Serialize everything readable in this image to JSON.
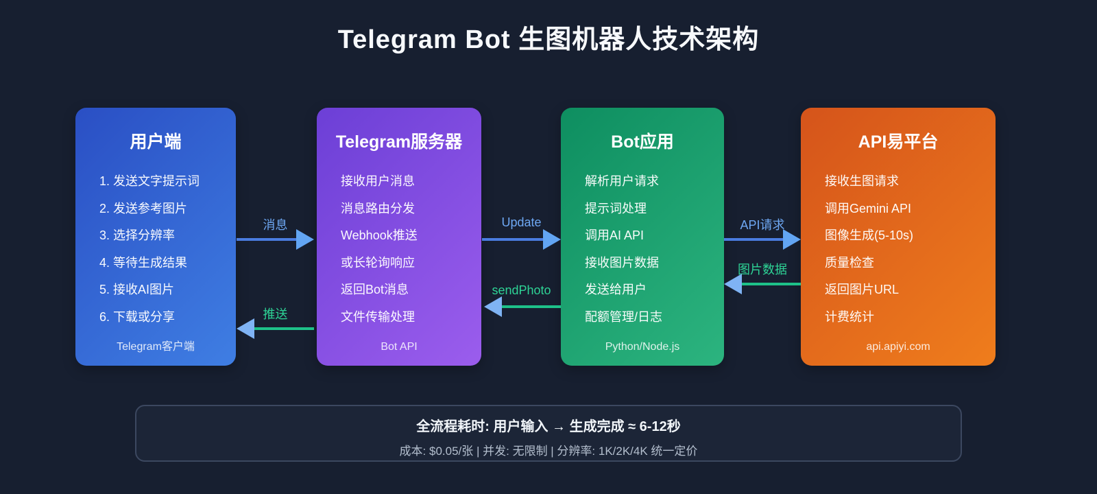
{
  "page": {
    "title": "Telegram Bot 生图机器人技术架构",
    "background": "#171f30"
  },
  "nodes": [
    {
      "id": "user-client",
      "title": "用户端",
      "items": [
        "1. 发送文字提示词",
        "2. 发送参考图片",
        "3. 选择分辨率",
        "4. 等待生成结果",
        "5. 接收AI图片",
        "6. 下载或分享"
      ],
      "footer": "Telegram客户端",
      "color_start": "#2a4fc4",
      "color_end": "#3f7ee3"
    },
    {
      "id": "telegram-server",
      "title": "Telegram服务器",
      "items": [
        "接收用户消息",
        "消息路由分发",
        "Webhook推送",
        "或长轮询响应",
        "返回Bot消息",
        "文件传输处理"
      ],
      "footer": "Bot API",
      "color_start": "#6c3fd6",
      "color_end": "#9b5ded"
    },
    {
      "id": "bot-app",
      "title": "Bot应用",
      "items": [
        "解析用户请求",
        "提示词处理",
        "调用AI API",
        "接收图片数据",
        "发送给用户",
        "配额管理/日志"
      ],
      "footer": "Python/Node.js",
      "color_start": "#0e8e60",
      "color_end": "#2cb47f"
    },
    {
      "id": "api-platform",
      "title": "API易平台",
      "items": [
        "接收生图请求",
        "调用Gemini API",
        "图像生成(5-10s)",
        "质量检查",
        "返回图片URL",
        "计费统计"
      ],
      "footer": "api.apiyi.com",
      "color_start": "#d5541b",
      "color_end": "#ef7d1c"
    }
  ],
  "flows": [
    {
      "label": "消息",
      "direction": "right"
    },
    {
      "label": "Update",
      "direction": "right"
    },
    {
      "label": "API请求",
      "direction": "right"
    },
    {
      "label": "图片数据",
      "direction": "left"
    },
    {
      "label": "sendPhoto",
      "direction": "left"
    },
    {
      "label": "推送",
      "direction": "left"
    }
  ],
  "summary": {
    "line1": "全流程耗时: 用户输入 → 生成完成 ≈ 6-12秒",
    "line2": "成本: $0.05/张 | 并发: 无限制 | 分辨率: 1K/2K/4K 统一定价"
  },
  "colors": {
    "flow_blue_line": "#4a7ce0",
    "flow_blue_label": "#6ea8f4",
    "flow_green_line": "#1ec189",
    "flow_green_label": "#2ed496",
    "arrowhead_light_blue": "#7fb3f4"
  }
}
